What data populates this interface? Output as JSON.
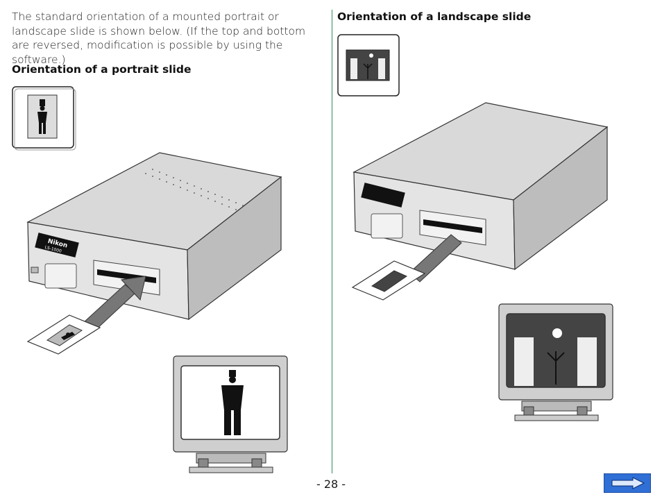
{
  "intro_text": "The standard orientation of a mounted portrait or landscape slide is shown below. (If the top and bottom are reversed, modification is possible by using the software.)",
  "left_heading": "Orientation of a portrait slide",
  "right_heading": "Orientation of a landscape slide",
  "page_number": "- 28 -",
  "scanner_brand": "Nikon",
  "scanner_model": "LS-1000",
  "icons": {
    "next": "right-arrow-icon"
  },
  "colors": {
    "divider": "#2e8b57",
    "next_button": "#2f6fd6"
  }
}
